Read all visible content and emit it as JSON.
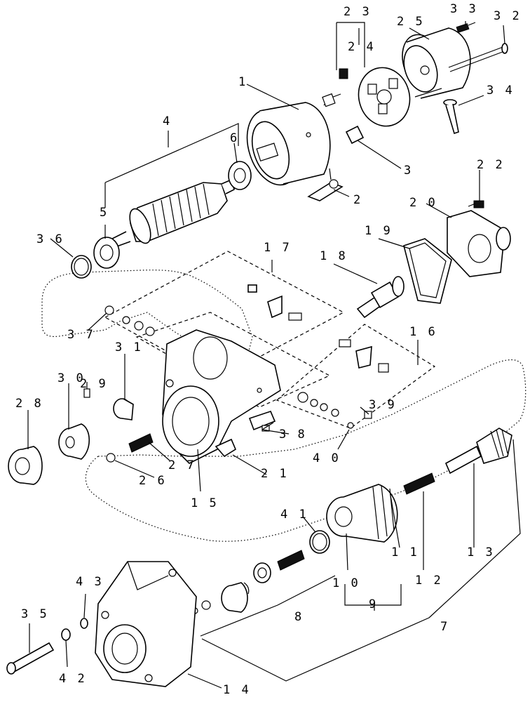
{
  "labels": {
    "l1": "1",
    "l2": "2",
    "l3": "3",
    "l4": "4",
    "l5": "5",
    "l6": "6",
    "l7": "7",
    "l8": "8",
    "l9": "9",
    "l10": "1 0",
    "l11": "1 1",
    "l12": "1 2",
    "l13": "1 3",
    "l14": "1 4",
    "l15": "1 5",
    "l16": "1 6",
    "l17": "1 7",
    "l18": "1 8",
    "l19": "1 9",
    "l20": "2 0",
    "l21": "2 1",
    "l22": "2 2",
    "l23": "2 3",
    "l24": "2 4",
    "l25": "2 5",
    "l26": "2 6",
    "l27": "2 7",
    "l28": "2 8",
    "l29": "2 9",
    "l30": "3 0",
    "l31": "3 1",
    "l32": "3 2",
    "l33": "3 3",
    "l34": "3 4",
    "l35": "3 5",
    "l36": "3 6",
    "l37": "3 7",
    "l38": "3 8",
    "l39": "3 9",
    "l40": "4 0",
    "l41": "4 1",
    "l42": "4 2",
    "l43": "4 3"
  }
}
